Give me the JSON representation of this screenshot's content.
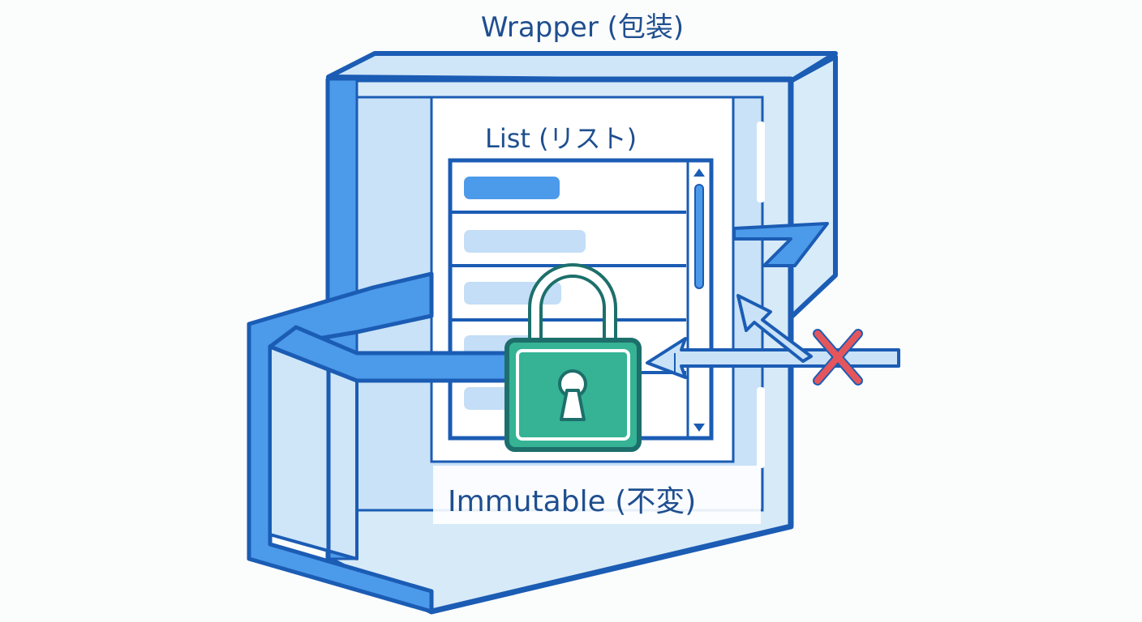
{
  "labels": {
    "wrapper": "Wrapper (包装)",
    "list": "List (リスト)",
    "immutable": "Immutable (不変)"
  },
  "icons": {
    "lock": "padlock-icon",
    "blocked": "red-x-icon",
    "scroll_up": "triangle-up",
    "scroll_down": "triangle-down"
  },
  "colors": {
    "frame_stroke": "#1b5cb4",
    "frame_fill": "#cfe6f8",
    "list_item": "#4c9aea",
    "list_item_light": "#bfdcf6",
    "lock_body": "#35b394",
    "lock_border": "#1d6f6b",
    "block_mark": "#e5565c",
    "text": "#1f4f8f"
  }
}
